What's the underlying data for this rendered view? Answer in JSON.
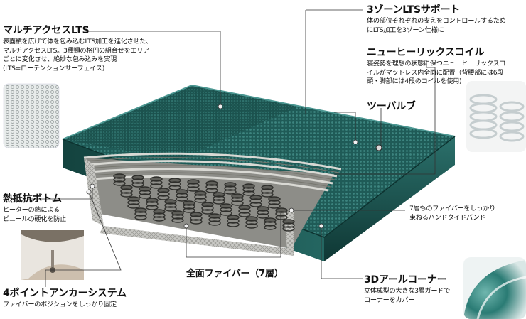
{
  "labels": {
    "multi_access": {
      "title": "マルチアクセスLTS",
      "lines": [
        "表面積を広げて体を包み込むLTS加工を進化させた、",
        "マルチアクセスLTS。3種類の格円の組合せをエリア",
        "ごとに変化させ、絶妙な包み込みを実現",
        "(LTS=ローテンションサーフェイス)"
      ]
    },
    "zone_support": {
      "title": "3ゾーンLTSサポート",
      "lines": [
        "体の部位それぞれの支えをコントロールするため",
        "にLTS加工を3ゾーン仕様に"
      ]
    },
    "new_helix": {
      "title": "ニューヒーリックスコイル",
      "lines": [
        "寝姿勢を理想の状態に保つニューヒーリックスコ",
        "イルがマットレス内全面に配置（背腰部には6段",
        "頭・脚部には4段のコイルを使用)"
      ]
    },
    "two_valve": {
      "title": "ツーバルブ"
    },
    "heat_bottom": {
      "title": "熱抵抗ボトム",
      "lines": [
        "ヒーターの熱による",
        "ビニールの硬化を防止"
      ]
    },
    "band": {
      "lines": [
        "7層ものファイバーをしっかり",
        "束ねるハンドタイドバンド"
      ]
    },
    "full_fiber": {
      "title": "全面ファイバー（7層）"
    },
    "corner_3d": {
      "title": "3Dアールコーナー",
      "lines": [
        "立体成型の大きな3層ガードで",
        "コーナーをカバー"
      ]
    },
    "anchor": {
      "title": "4ポイントアンカーシステム",
      "lines": [
        "ファイバーのポジションをしっかり固定"
      ]
    }
  },
  "colors": {
    "teal": "#1e5a56",
    "teal_dark": "#123d3a",
    "teal_light": "#2f7470",
    "fiber": "#b9b9b3",
    "line": "#333333"
  },
  "icons": [
    "mesh-fabric-photo",
    "coil-photo",
    "anchor-photo",
    "corner-photo"
  ]
}
